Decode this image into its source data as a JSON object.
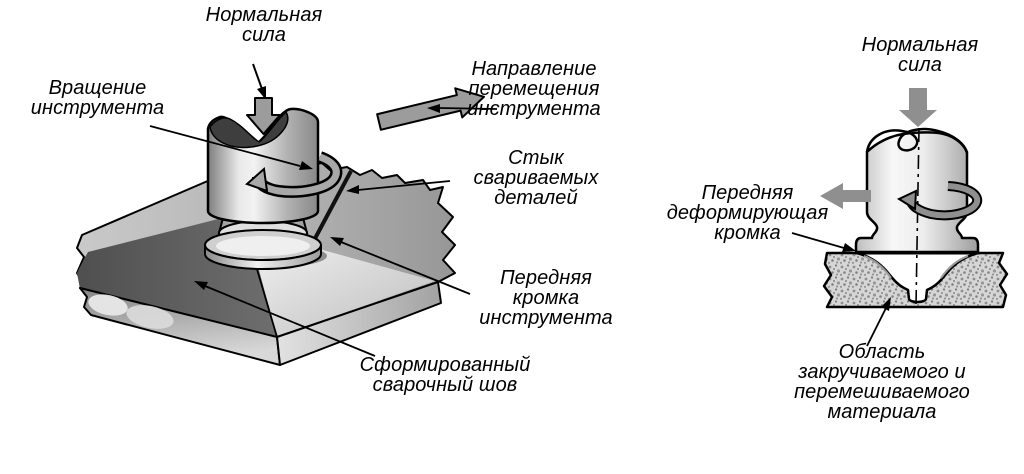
{
  "page": {
    "background": "#ffffff",
    "text_color": "#000000"
  },
  "colors": {
    "outline": "#000000",
    "block_arrow_gray": "#9c9c9c",
    "right_arrow_gray": "#8f8f8f",
    "weld_seam_dark": "#5e5e5e",
    "tool_highlight": "#f2f2f2",
    "material_speckle_base": "#d6d6d6",
    "saddle_dark": "#3e3e3e"
  },
  "left_diagram": {
    "labels": {
      "normal_force": "Нормальная\nсила",
      "tool_rotation": "Вращение\nинструмента",
      "movement_direction": "Направление\nперемещения\nинструмента",
      "joint_of_parts": "Стык\nсвариваемых\nдеталей",
      "tool_front_edge": "Передняя\nкромка\nинструмента",
      "formed_weld_seam": "Сформированный\nсварочный шов"
    }
  },
  "right_diagram": {
    "labels": {
      "normal_force": "Нормальная\nсила",
      "front_deforming_edge": "Передняя\nдеформирующая\nкромка",
      "stirred_material_area": "Область\nзакручиваемого и\nперемешиваемого\nматериала"
    }
  }
}
